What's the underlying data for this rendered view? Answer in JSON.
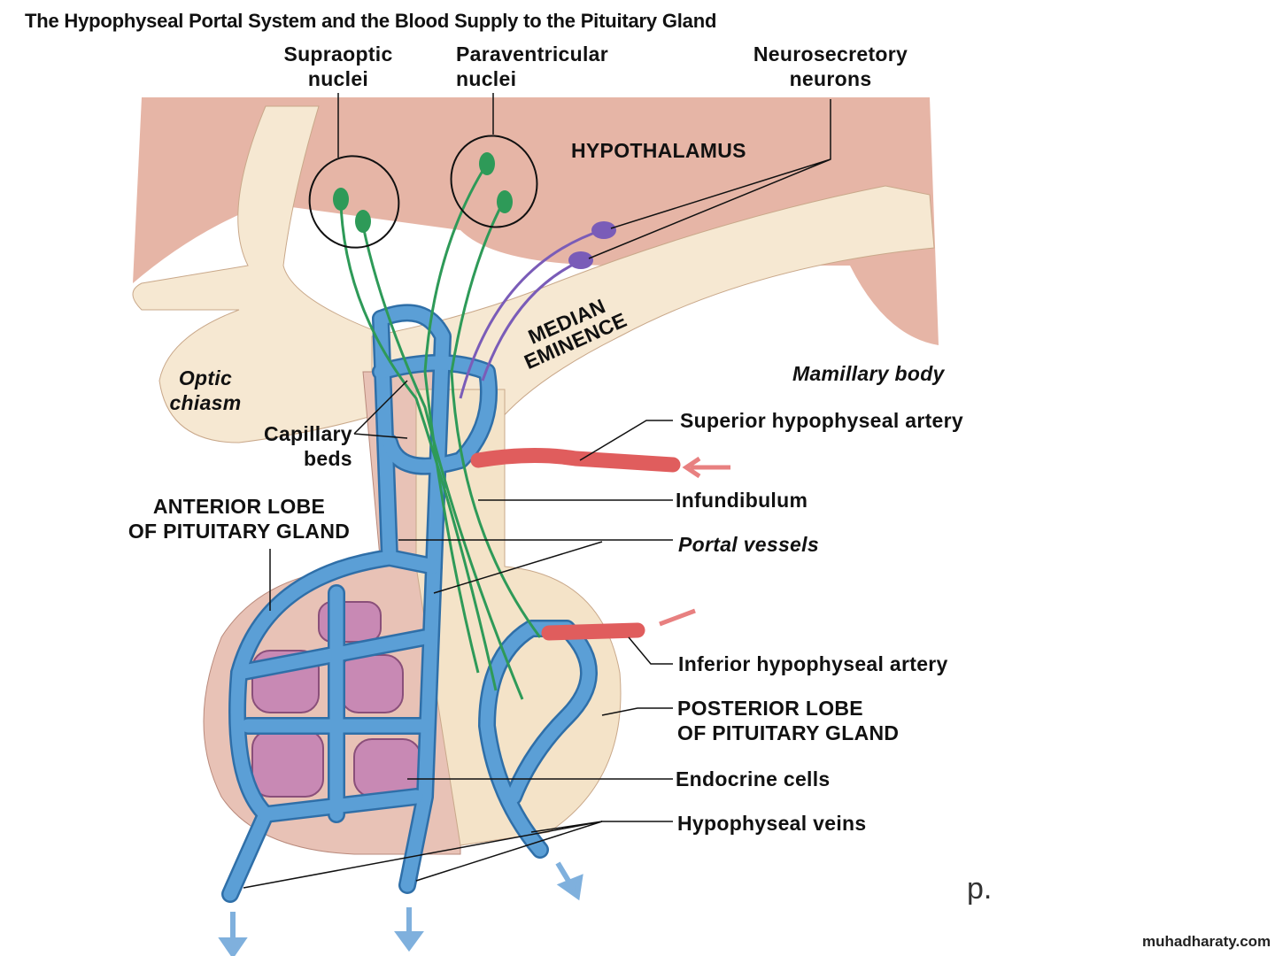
{
  "title": "The Hypophyseal Portal System and the Blood Supply to the Pituitary Gland",
  "labels": {
    "supraoptic": [
      "Supraoptic",
      "nuclei"
    ],
    "paraventricular": [
      "Paraventricular",
      "nuclei"
    ],
    "neurosecretory": [
      "Neurosecretory",
      "neurons"
    ],
    "hypothalamus": "HYPOTHALAMUS",
    "median_eminence": [
      "MEDIAN",
      "EMINENCE"
    ],
    "optic_chiasm": [
      "Optic",
      "chiasm"
    ],
    "mamillary_body": "Mamillary body",
    "capillary_beds": [
      "Capillary",
      "beds"
    ],
    "superior_artery": "Superior  hypophyseal  artery",
    "infundibulum": "Infundibulum",
    "portal_vessels": "Portal vessels",
    "anterior_lobe": [
      "ANTERIOR LOBE",
      "OF PITUITARY GLAND"
    ],
    "inferior_artery": "Inferior  hypophyseal  artery",
    "posterior_lobe": [
      "POSTERIOR  LOBE",
      "OF PITUITARY GLAND"
    ],
    "endocrine_cells": "Endocrine  cells",
    "hypophyseal_veins": "Hypophyseal  veins"
  },
  "page_mark": "p.",
  "watermark": "muhadharaty.com",
  "colors": {
    "hypothalamus": "#e6b5a6",
    "stalk": "#f6e8d2",
    "anterior_lobe": "#e8c2b6",
    "vessel": "#5b9fd6",
    "artery": "#e05d5d",
    "neuron": "#2e9a58",
    "neurosecretory": "#7a5cb8",
    "cell": "#c889b4"
  }
}
